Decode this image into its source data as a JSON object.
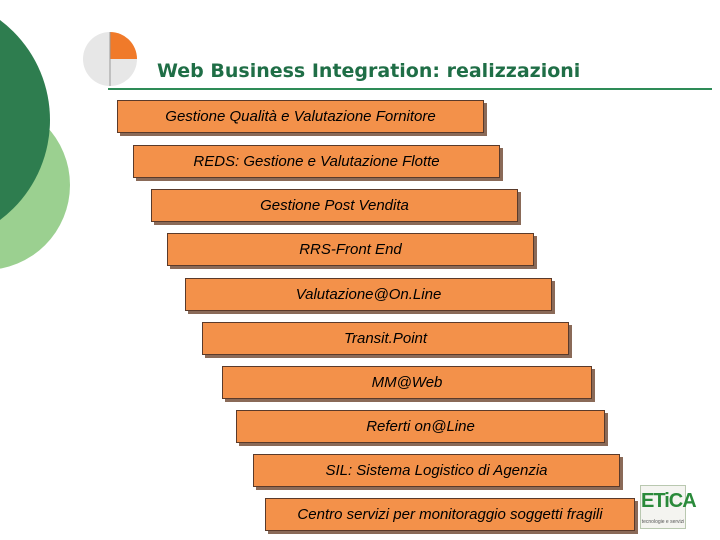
{
  "title": "Web Business Integration: realizzazioni",
  "colors": {
    "title": "#1f6e46",
    "step_fill": "#f3914a",
    "deco_dark_green": "#2e7d4f",
    "deco_light_green": "#9bd090",
    "pie_orange": "#f07a2a"
  },
  "steps": [
    "Gestione Qualità e Valutazione Fornitore",
    "REDS: Gestione e Valutazione Flotte",
    "Gestione Post Vendita",
    "RRS-Front End",
    "Valutazione@On.Line",
    "Transit.Point",
    "MM@Web",
    "Referti on@Line",
    "SIL: Sistema Logistico di Agenzia",
    "Centro servizi per monitoraggio soggetti fragili"
  ],
  "logo": {
    "icon": "etica-logo",
    "text": "ETiCA",
    "subtext": "tecnologie e servizi"
  }
}
